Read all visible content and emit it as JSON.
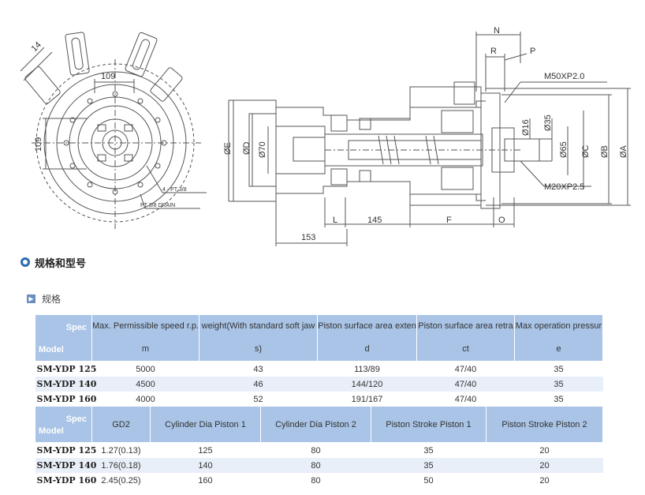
{
  "drawing": {
    "dims_left": [
      "14",
      "109",
      "109",
      "4 - PT 3/8",
      "PT 3/8 DRAIN"
    ],
    "dims_right": {
      "N": "N",
      "R": "R",
      "P": "P",
      "M50": "M50XP2.0",
      "M20": "M20XP2.5",
      "d16": "Ø16",
      "d35": "Ø35",
      "d65": "Ø65",
      "C": "ØC",
      "B": "ØB",
      "A": "ØA",
      "E": "ØE",
      "D": "ØD",
      "d70": "Ø70",
      "L": "L",
      "d145": "145",
      "F": "F",
      "O": "O",
      "d153": "153"
    }
  },
  "section": {
    "title": "规格和型号",
    "subtitle": "规格"
  },
  "table1": {
    "corner": {
      "spec": "Spec",
      "model": "Model"
    },
    "headers": [
      {
        "line1": "Max. Permissible speed r.p.",
        "line2": "m"
      },
      {
        "line1": "weight(With standard soft jaw",
        "line2": "s)"
      },
      {
        "line1": "Piston surface area exten",
        "line2": "d"
      },
      {
        "line1": "Piston surface area retra",
        "line2": "ct"
      },
      {
        "line1": "Max operation pressur",
        "line2": "e"
      }
    ],
    "rows": [
      {
        "model": "SM-YDP 125",
        "cells": [
          "5000",
          "43",
          "113/89",
          "47/40",
          "35"
        ]
      },
      {
        "model": "SM-YDP 140",
        "cells": [
          "4500",
          "46",
          "144/120",
          "47/40",
          "35"
        ]
      },
      {
        "model": "SM-YDP 160",
        "cells": [
          "4000",
          "52",
          "191/167",
          "47/40",
          "35"
        ]
      }
    ]
  },
  "table2": {
    "corner": {
      "spec": "Spec",
      "model": "Model"
    },
    "headers": [
      "GD2",
      "Cylinder Dia Piston 1",
      "Cylinder Dia Piston 2",
      "Piston Stroke Piston 1",
      "Piston Stroke Piston 2"
    ],
    "rows": [
      {
        "model": "SM-YDP 125",
        "cells": [
          "1.27(0.13)",
          "125",
          "80",
          "35",
          "20"
        ]
      },
      {
        "model": "SM-YDP 140",
        "cells": [
          "1.76(0.18)",
          "140",
          "80",
          "35",
          "20"
        ]
      },
      {
        "model": "SM-YDP 160",
        "cells": [
          "2.45(0.25)",
          "160",
          "80",
          "50",
          "20"
        ]
      }
    ]
  },
  "colors": {
    "header_bg": "#a9c4e6",
    "alt_row": "#e9eff8",
    "bullet": "#2b6cb0"
  }
}
